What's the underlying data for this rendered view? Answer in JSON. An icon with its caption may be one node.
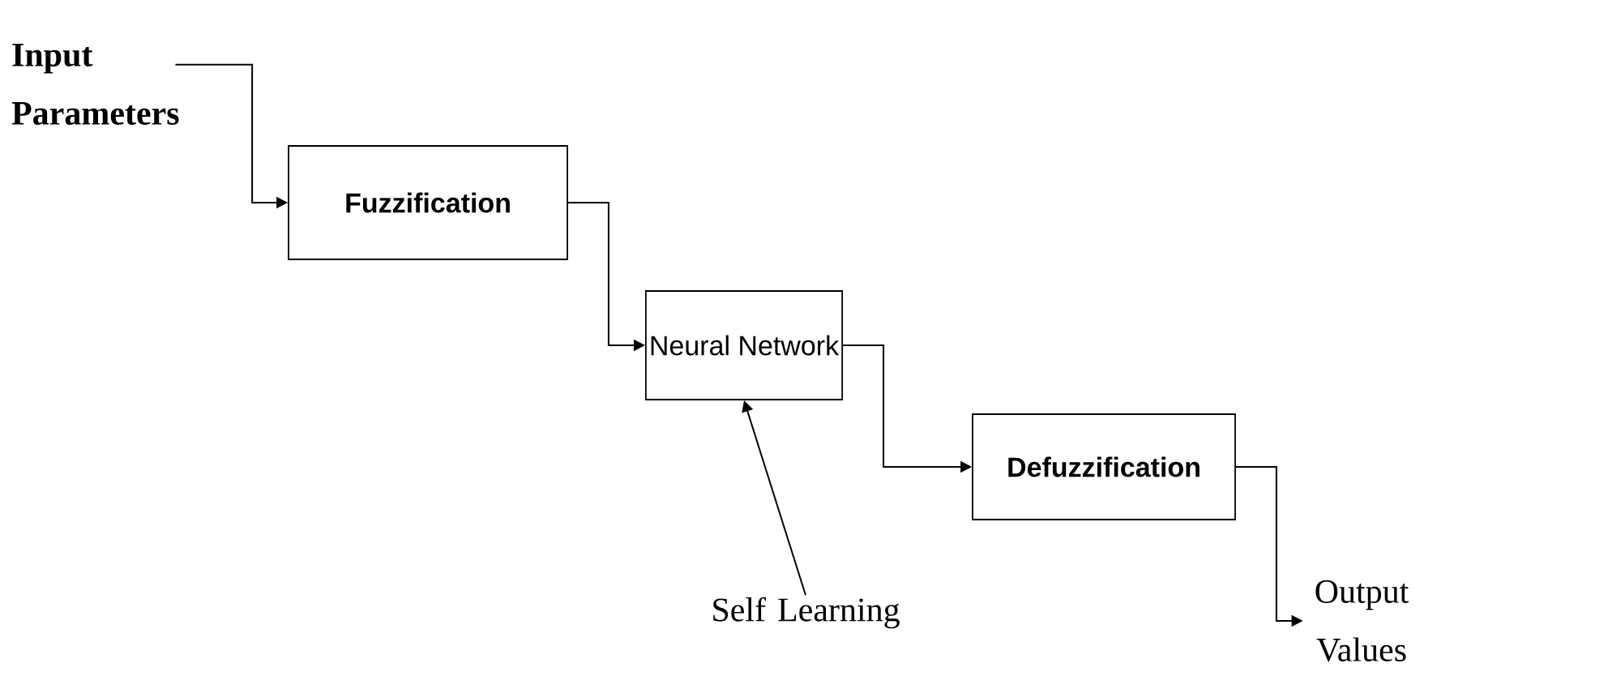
{
  "diagram": {
    "nodes": [
      {
        "text": [
          "Input Parameters"
        ]
      },
      {
        "text": [
          "Fuzzification"
        ]
      },
      {
        "text": [
          "Neural Network"
        ]
      },
      {
        "text": [
          "Defuzzification"
        ]
      },
      {
        "text": [
          "Self Learning"
        ]
      },
      {
        "text": [
          "Output Values"
        ]
      }
    ],
    "edges": [
      {
        "from": 0,
        "to": 1,
        "arrow": "to"
      },
      {
        "from": 1,
        "to": 2,
        "arrow": "to"
      },
      {
        "from": 2,
        "to": 3,
        "arrow": "to"
      },
      {
        "from": 4,
        "to": 2,
        "arrow": "to"
      },
      {
        "from": 3,
        "to": 5,
        "arrow": "to"
      }
    ]
  }
}
